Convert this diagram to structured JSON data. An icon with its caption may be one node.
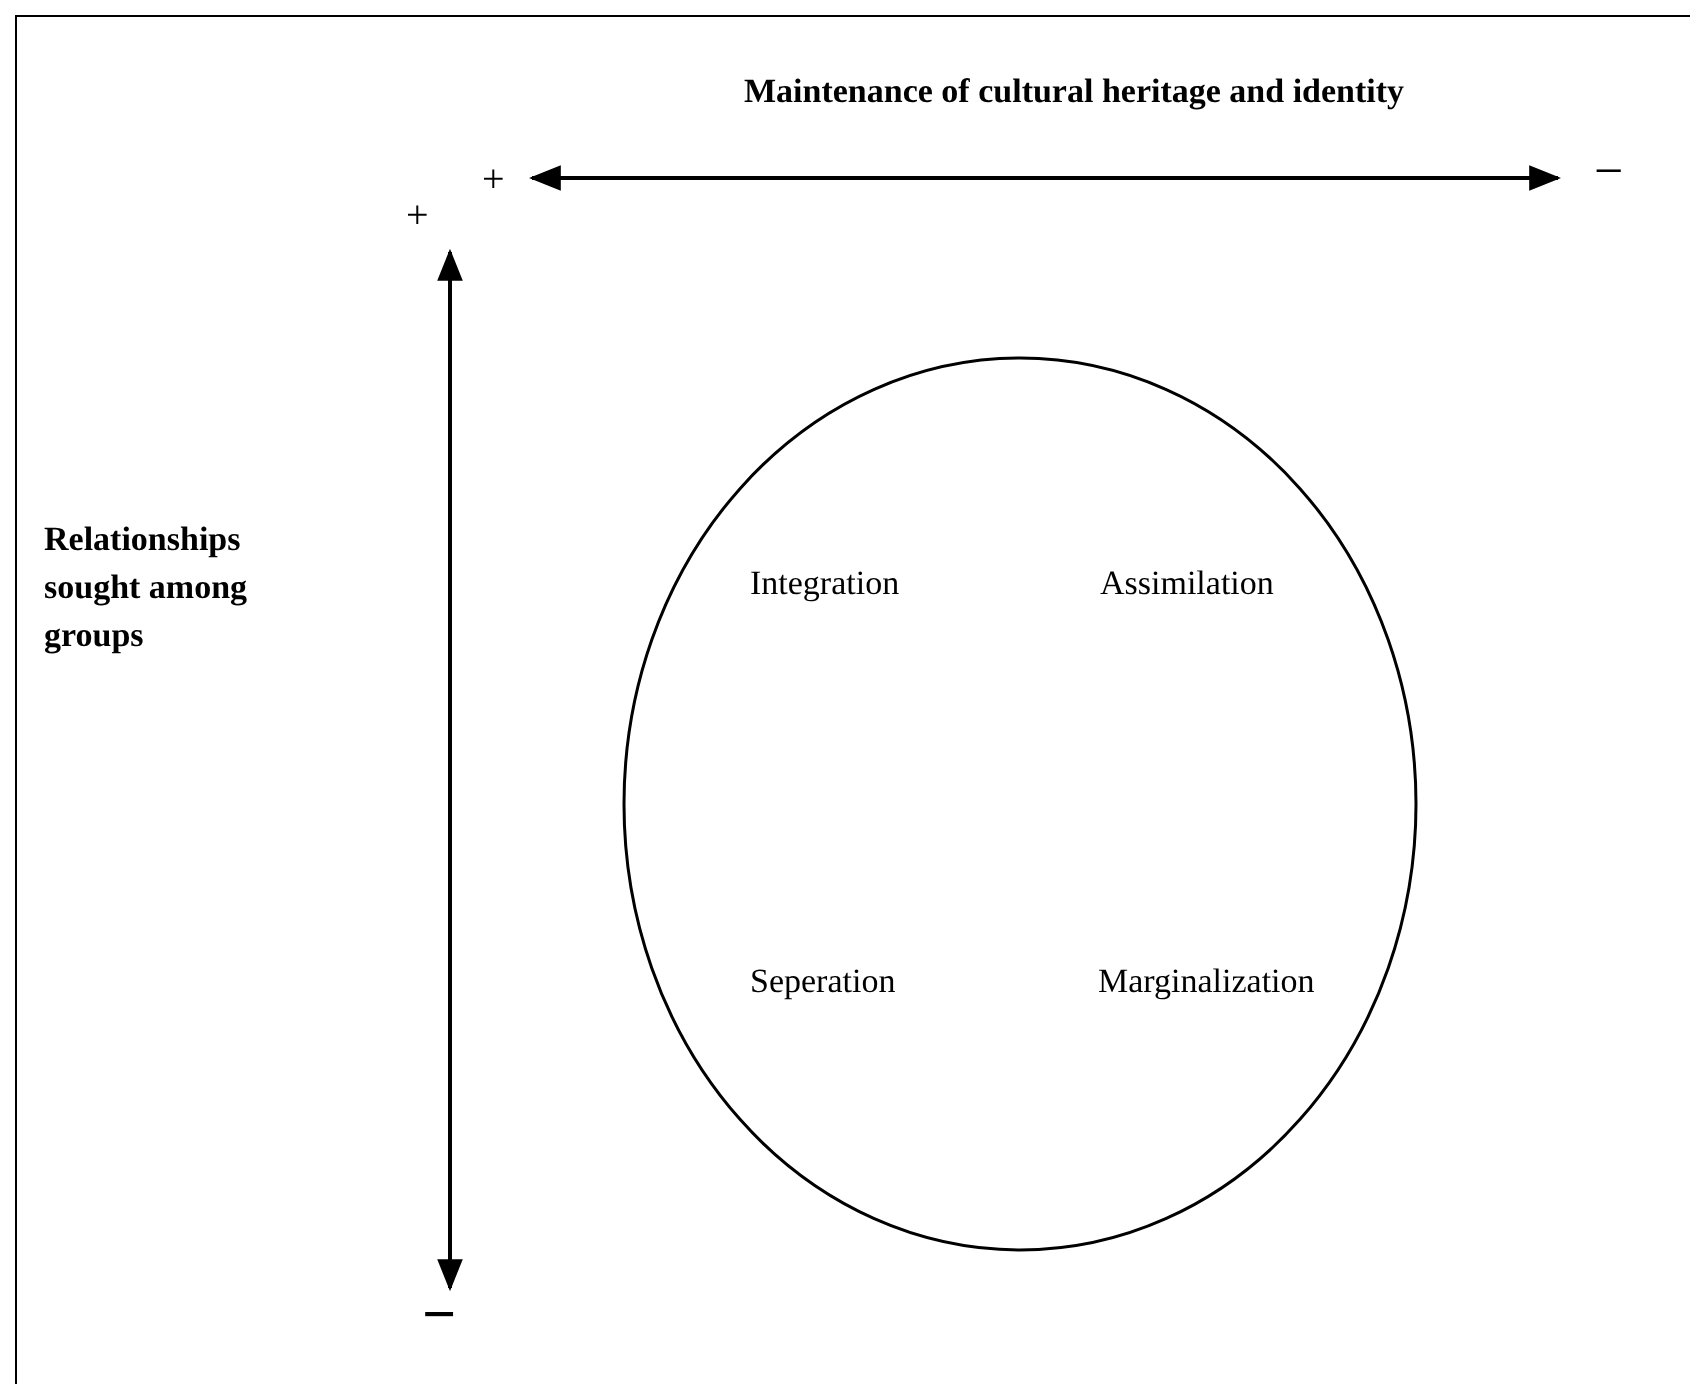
{
  "diagram": {
    "nodes": [
      {
        "text": [
          "Integration",
          "Assimilation",
          "Seperation",
          "Marginalization"
        ]
      }
    ],
    "labels": [
      "Maintenance of cultural heritage and identity",
      "+",
      "−",
      "+",
      "Relationships sought among groups",
      "−"
    ]
  }
}
